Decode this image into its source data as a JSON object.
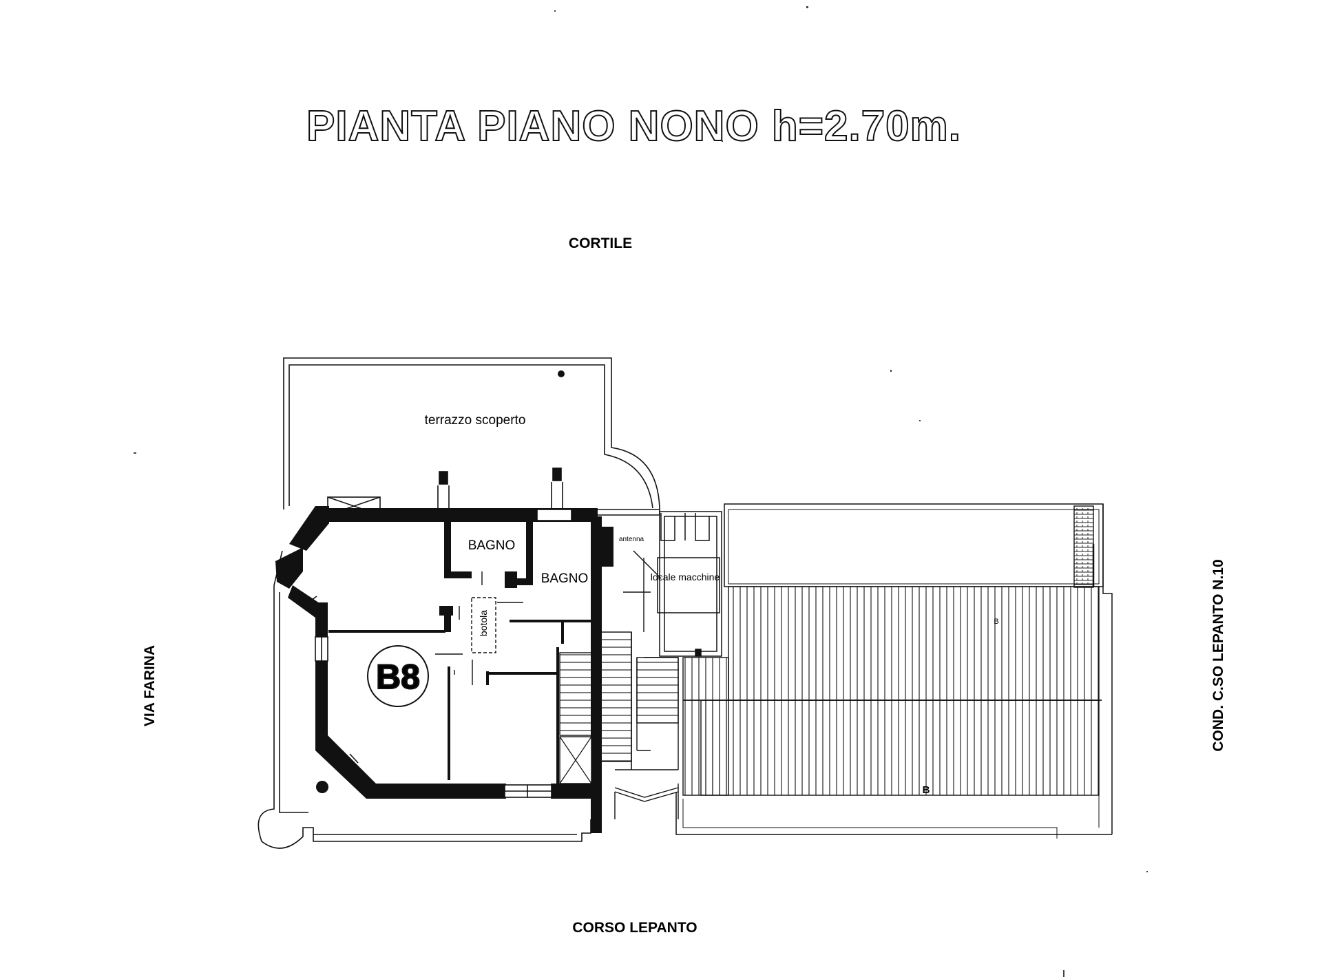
{
  "title": "PIANTA PIANO NONO h=2.70m.",
  "streets": {
    "north": "CORTILE",
    "south": "CORSO LEPANTO",
    "west": "VIA FARINA",
    "east": "COND. C.SO LEPANTO N.10"
  },
  "rooms": {
    "terrace": "terrazzo scoperto",
    "bath1": "BAGNO",
    "bath2": "BAGNO",
    "hatch": "botola",
    "antenna": "antenna",
    "machine_room": "locale macchine",
    "unit_id": "B8",
    "mark_b_top": "B",
    "mark_b_bottom": "B"
  }
}
